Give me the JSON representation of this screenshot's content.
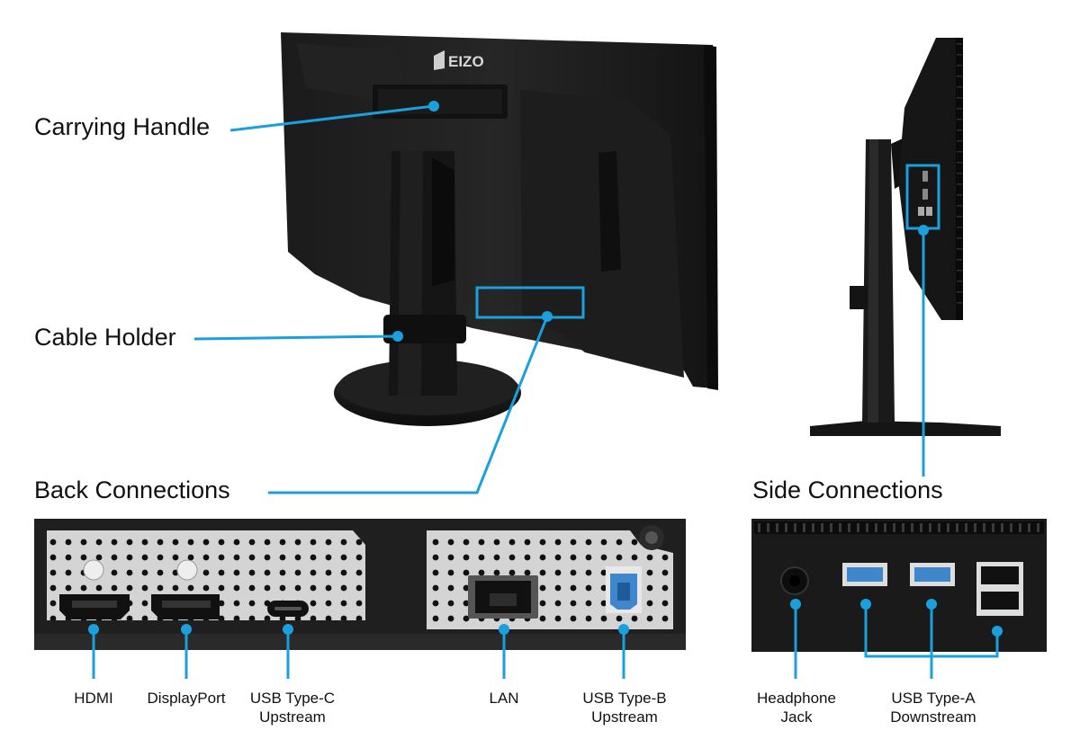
{
  "brand": {
    "logo_text": "EIZO"
  },
  "colors": {
    "callout": "#1aa0dc",
    "panel": "#1f1f1f",
    "metal": "#d4d4d4",
    "monitor": "#161616",
    "usb_blue": "#3f86cc"
  },
  "callouts": {
    "carrying_handle": "Carrying Handle",
    "cable_holder": "Cable Holder",
    "back_connections": "Back Connections",
    "side_connections": "Side Connections"
  },
  "ports": {
    "hdmi": [
      "HDMI"
    ],
    "displayport": [
      "DisplayPort"
    ],
    "usb_c": [
      "USB Type-C",
      "Upstream"
    ],
    "lan": [
      "LAN"
    ],
    "usb_b": [
      "USB Type-B",
      "Upstream"
    ],
    "headphone": [
      "Headphone",
      "Jack"
    ],
    "usb_a": [
      "USB Type-A",
      "Downstream"
    ]
  }
}
